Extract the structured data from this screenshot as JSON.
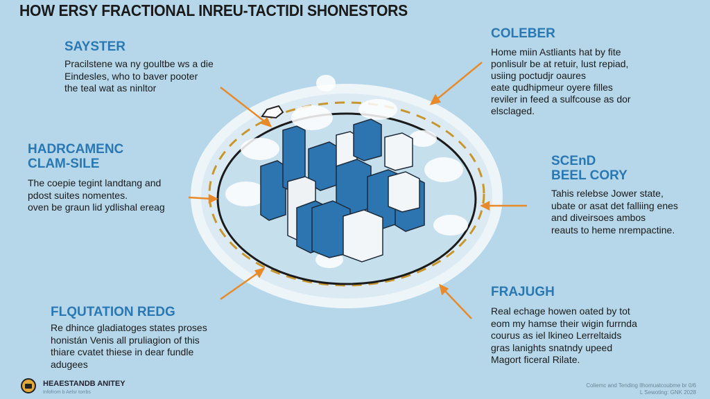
{
  "title": "HOW ERSY FRACTIONAL INREU-TACTIDI SHONESTORS",
  "sections": [
    {
      "heading": [
        "SAYSTER"
      ],
      "body": [
        "Pracilstene wa ny goultbe ws a die",
        "Eindesles, who to baver pooter",
        "the teal wat as ninltor"
      ]
    },
    {
      "heading": [
        "COLEBER"
      ],
      "body": [
        "Home miin Astliants hat by fite",
        "ponlisulr be at retuir, lust repiad,",
        "usiing poctudjr oaures",
        "eate qudhipmeur oyere filles",
        "reviler in feed a sulfcouse as dor",
        "elsclaged."
      ]
    },
    {
      "heading": [
        "HADRCAMENC",
        "CLAM-SILE"
      ],
      "body": [
        "The coepie tegint landtang and",
        "pdost suites nomentes.",
        "oven be graun lid ydlishal ereag"
      ]
    },
    {
      "heading": [
        "SCEnD",
        "BEEL CORY"
      ],
      "body": [
        "Tahis relebse Jower state,",
        "ubate or asat det falliing enes",
        "and diveirsoes ambos",
        "reauts to heme nrempactine."
      ]
    },
    {
      "heading": [
        "FLQUTATION REDG"
      ],
      "body": [
        "Re dhince gladiatoges states proses",
        "honistán Venis all pruliagion of this",
        "thiare cvatet thiese in dear fundle",
        "adugees"
      ]
    },
    {
      "heading": [
        "FRAJUGH"
      ],
      "body": [
        "Real echage howen oated by tot",
        "eom my hamse  their wigin furrnda",
        "courus as iel lkineo Lerreltaids",
        "gras lanights snatndy upeed",
        "Magort ficeral Rilate."
      ]
    }
  ],
  "footer": {
    "brand": "HEAESTANDB ANITEY",
    "brand_sub": "Infofrom b Aelsr torrbs",
    "credit": [
      "Coliemc and Tending Ilhomuatcoubme br 0/6",
      "L Sewoting: GNK 2028"
    ]
  },
  "colors": {
    "background": "#b5d7e9",
    "heading": "#2a78b3",
    "arrow": "#e8892a",
    "building": "#2d75b0"
  }
}
